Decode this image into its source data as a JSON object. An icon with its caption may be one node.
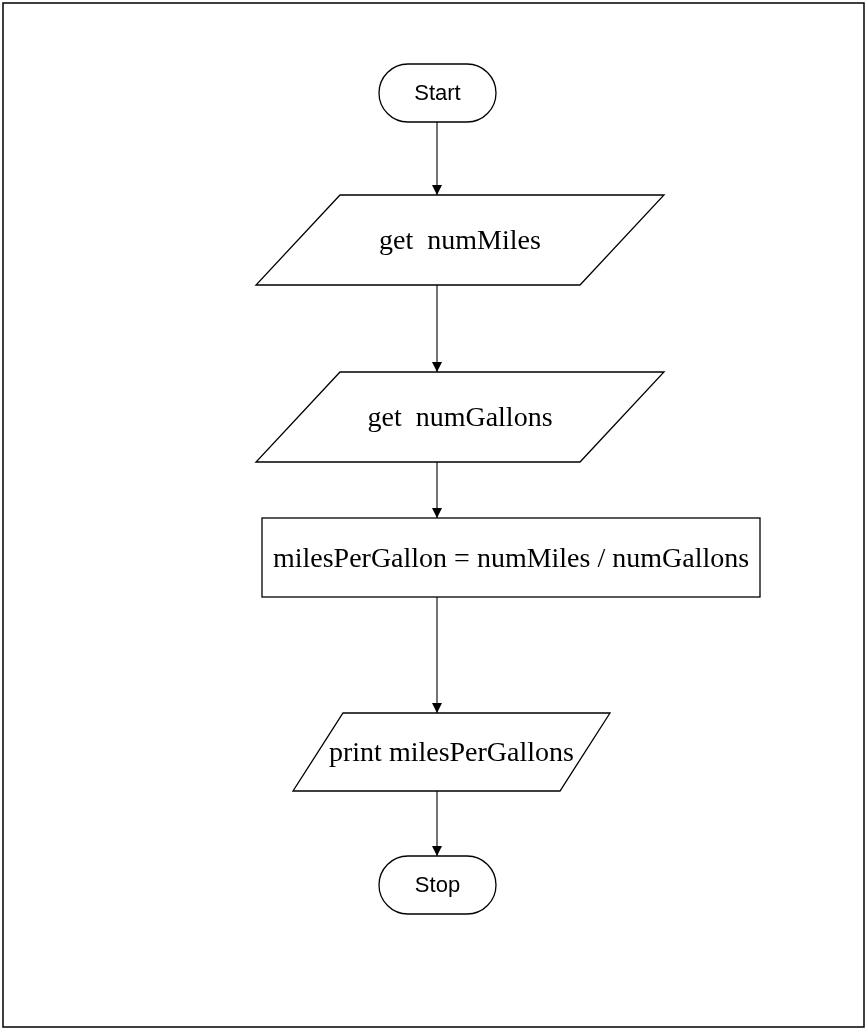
{
  "diagram": {
    "nodes": [
      {
        "text": [
          "Start"
        ]
      },
      {
        "text": [
          "get  numMiles"
        ]
      },
      {
        "text": [
          "get  numGallons"
        ]
      },
      {
        "text": [
          "milesPerGallon = numMiles / numGallons"
        ]
      },
      {
        "text": [
          "print milesPerGallons"
        ]
      },
      {
        "text": [
          "Stop"
        ]
      }
    ],
    "edges": [
      {
        "from": 0,
        "to": 1,
        "arrow": "to"
      },
      {
        "from": 1,
        "to": 2,
        "arrow": "to"
      },
      {
        "from": 2,
        "to": 3,
        "arrow": "to"
      },
      {
        "from": 3,
        "to": 4,
        "arrow": "to"
      },
      {
        "from": 4,
        "to": 5,
        "arrow": "to"
      }
    ]
  }
}
